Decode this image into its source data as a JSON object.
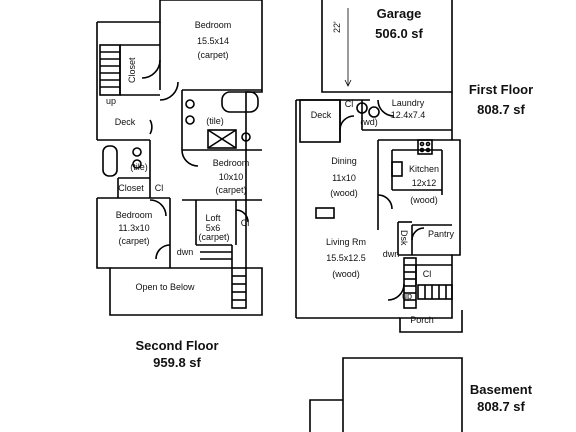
{
  "floors": {
    "second": {
      "name": "Second Floor",
      "area": "959.8 sf"
    },
    "first": {
      "name": "First Floor",
      "area": "808.7 sf"
    },
    "basement": {
      "name": "Basement",
      "area": "808.7 sf"
    },
    "garage": {
      "name": "Garage",
      "area": "506.0 sf",
      "dimension": "22'"
    }
  },
  "second_floor_rooms": {
    "bedroom_a": {
      "name": "Bedroom",
      "size": "15.5x14",
      "floor": "(carpet)"
    },
    "closet_top": "Closet",
    "up": "up",
    "deck": "Deck",
    "bath_tile_top": "(tile)",
    "bedroom_b": {
      "name": "Bedroom",
      "size": "10x10",
      "floor": "(carpet)"
    },
    "bath_tile_left": "(tile)",
    "closet_mid": "Closet",
    "cl_mid": "Cl",
    "bedroom_c": {
      "name": "Bedroom",
      "size": "11.3x10",
      "floor": "(carpet)"
    },
    "loft": {
      "name": "Loft",
      "size": "5x6",
      "floor": "(carpet)"
    },
    "cl_loft": "Cl",
    "dwn": "dwn",
    "open_below": "Open to Below"
  },
  "first_floor_rooms": {
    "deck": "Deck",
    "cl": "Cl",
    "laundry": {
      "name": "Laundry",
      "size": "12.4x7.4"
    },
    "wd": "(wd)",
    "dining": {
      "name": "Dining",
      "size": "11x10",
      "floor": "(wood)"
    },
    "kitchen": {
      "name": "Kitchen",
      "size": "12x12",
      "floor": "(wood)"
    },
    "living": {
      "name": "Living Rm",
      "size": "15.5x12.5",
      "floor": "(wood)"
    },
    "dsk": "Dsk",
    "pantry": "Pantry",
    "dwn": "dwn",
    "cl_stairs": "Cl",
    "up": "up",
    "porch": "Porch"
  }
}
